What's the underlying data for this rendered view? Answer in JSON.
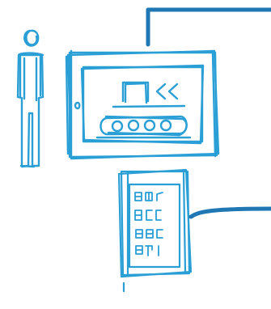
{
  "sketch": {
    "ink_color": "#2a9fd6",
    "line_color": "#1f77b4",
    "paper_color": "#ffffff",
    "subjects": [
      "person-figure",
      "tablet",
      "conveyor-machine",
      "phone-keypad"
    ]
  }
}
